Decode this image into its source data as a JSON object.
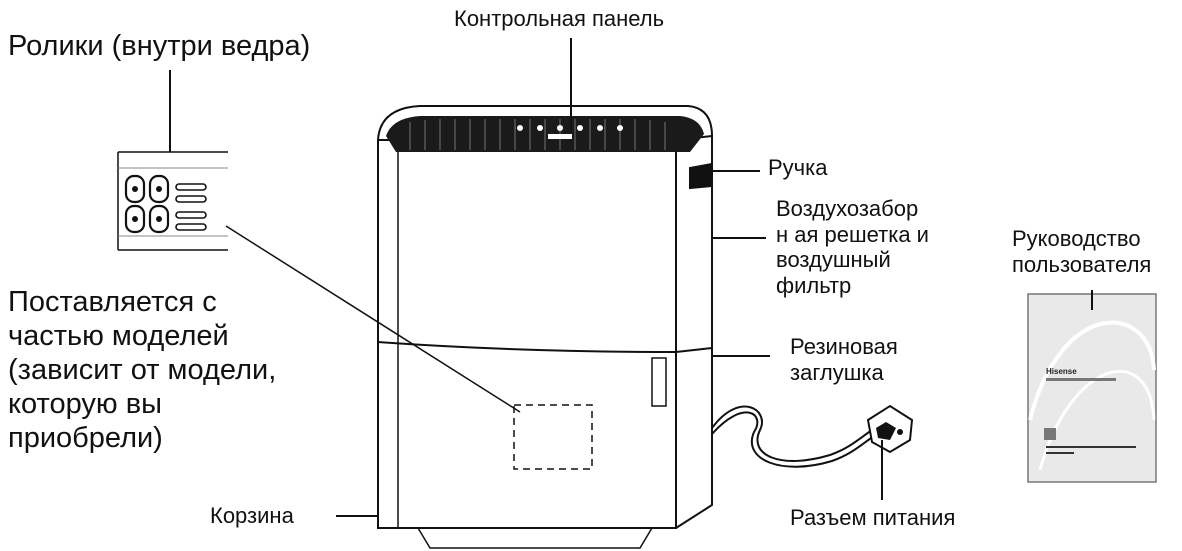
{
  "labels": {
    "control_panel": "Контрольная панель",
    "rollers": "Ролики (внутри ведра)",
    "handle": "Ручка",
    "air_intake_l1": "Воздухозабор",
    "air_intake_l2": "н ая решетка и",
    "air_intake_l3": "воздушный",
    "air_intake_l4": "фильтр",
    "user_manual_l1": "Руководство",
    "user_manual_l2": "пользователя",
    "supplied_l1": "Поставляется с",
    "supplied_l2": "частью моделей",
    "supplied_l3": "(зависит от модели,",
    "supplied_l4": "которую вы",
    "supplied_l5": "приобрели)",
    "rubber_plug_l1": "Резиновая",
    "rubber_plug_l2": "заглушка",
    "bucket": "Корзина",
    "power_plug": "Разъем питания",
    "manual_brand": "Hisense"
  }
}
